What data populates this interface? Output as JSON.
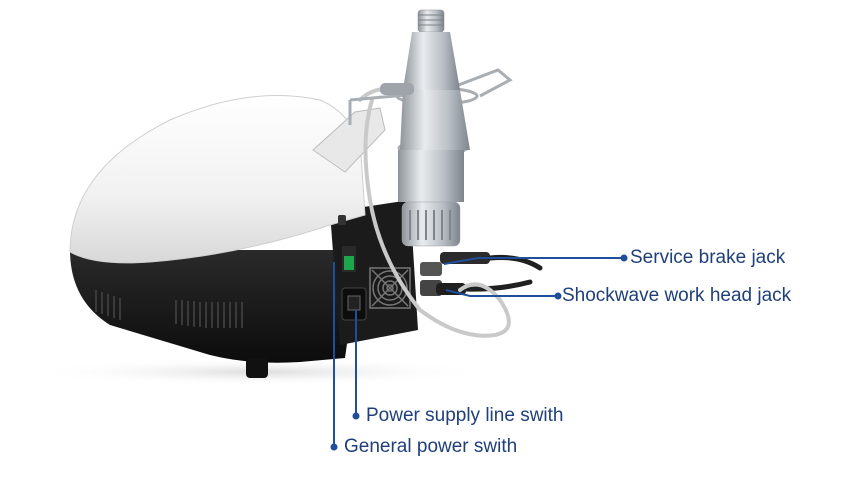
{
  "colors": {
    "callout_line": "#1f4e9a",
    "callout_text": "#1f3f7a",
    "housing_white": "#f4f4f4",
    "housing_black": "#141414",
    "metal": "#bfc4c9"
  },
  "callouts": [
    {
      "id": "service-brake-jack",
      "text": "Service brake jack"
    },
    {
      "id": "shockwave-work-head-jack",
      "text": "Shockwave work head jack"
    },
    {
      "id": "power-supply-line-swith",
      "text": "Power supply line swith"
    },
    {
      "id": "general-power-swith",
      "text": "General power swith"
    }
  ]
}
